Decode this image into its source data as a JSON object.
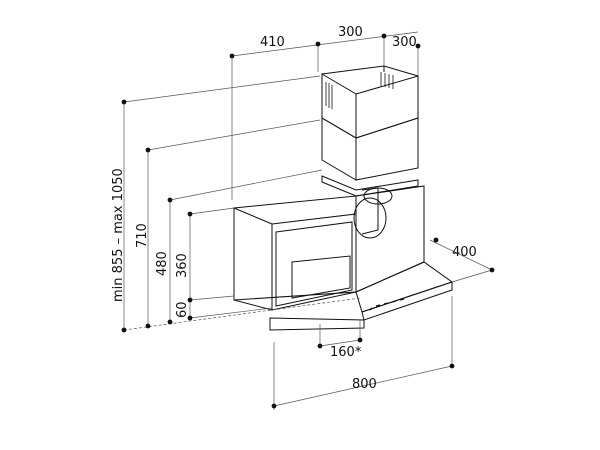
{
  "diagram": {
    "dimensions": {
      "top_left": "410",
      "top_mid": "300",
      "top_right": "300",
      "side_depth": "400",
      "bottom_width": "800",
      "bottom_offset": "160*",
      "height_range": "min 855 – max 1050",
      "height_710": "710",
      "height_480": "480",
      "height_360": "360",
      "height_60": "60"
    },
    "colors": {
      "line": "#111111",
      "thin": "#555555",
      "background": "#ffffff"
    }
  }
}
